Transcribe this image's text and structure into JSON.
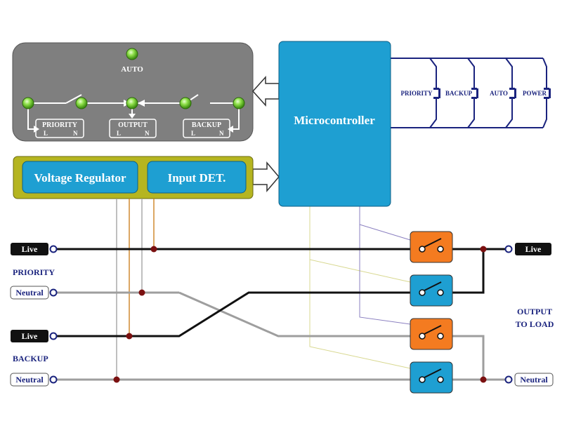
{
  "indicator_panel": {
    "auto_label": "AUTO",
    "priority_label": "PRIORITY",
    "output_label": "OUTPUT",
    "backup_label": "BACKUP",
    "line_label": "L",
    "neutral_label": "N"
  },
  "power_module": {
    "regulator_label": "Voltage Regulator",
    "input_det_label": "Input  DET."
  },
  "microcontroller": {
    "label": "Microcontroller"
  },
  "buttons": {
    "priority_label": "PRIORITY",
    "backup_label": "BACKUP",
    "auto_label": "AUTO",
    "power_label": "POWER"
  },
  "terminals": {
    "priority_live": "Live",
    "priority_neutral": "Neutral",
    "backup_live": "Live",
    "backup_neutral": "Neutral",
    "output_live": "Live",
    "output_neutral": "Neutral"
  },
  "side_labels": {
    "priority": "PRIORITY",
    "backup": "BACKUP",
    "output_line1": "OUTPUT",
    "output_line2": "TO LOAD"
  },
  "colors": {
    "panel_gray": "#7f7f7f",
    "micro_blue": "#1e9fd2",
    "module_olive": "#b5b520",
    "relay_orange": "#f47b20",
    "relay_blue": "#1e9fd2",
    "led_green": "#7ddb3a",
    "wire_navy": "#1a237e",
    "node_red": "#7b1010"
  }
}
